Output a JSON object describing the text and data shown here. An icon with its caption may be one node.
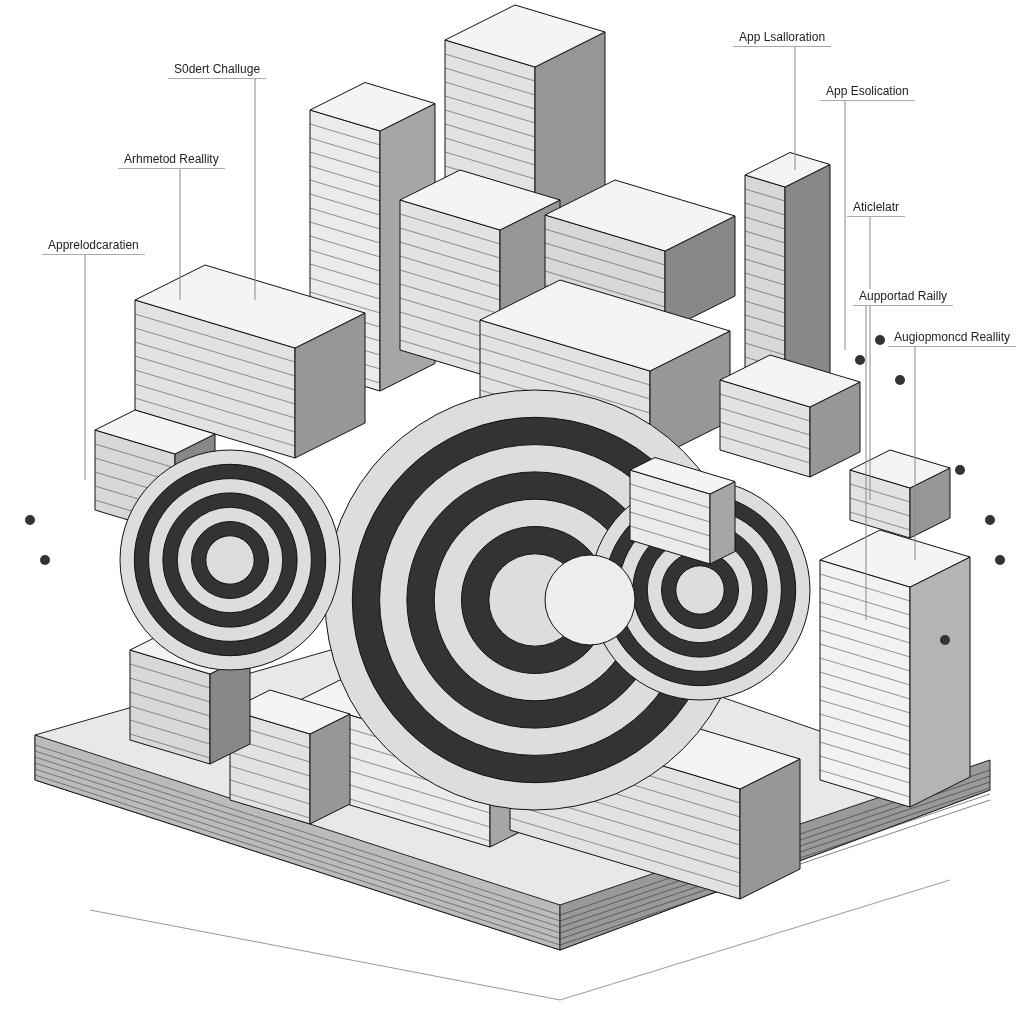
{
  "diagram": {
    "nodes": [
      {
        "text": [
          "S0dert Challuge"
        ]
      },
      {
        "text": [
          "Arhmetod Reallity"
        ]
      },
      {
        "text": [
          "Apprelodcaratien"
        ]
      },
      {
        "text": [
          "App Lsalloration"
        ]
      },
      {
        "text": [
          "App Esolication"
        ]
      },
      {
        "text": [
          "Aticlelatr"
        ]
      },
      {
        "text": [
          "Aupportad Railly"
        ]
      },
      {
        "text": [
          "Augiopmoncd Reallity"
        ]
      }
    ],
    "edges": [
      {
        "from": 0,
        "to": null,
        "arrow": "none"
      },
      {
        "from": 1,
        "to": null,
        "arrow": "none"
      },
      {
        "from": 2,
        "to": null,
        "arrow": "none"
      },
      {
        "from": 3,
        "to": null,
        "arrow": "none"
      },
      {
        "from": 4,
        "to": null,
        "arrow": "none"
      },
      {
        "from": 5,
        "to": null,
        "arrow": "none"
      },
      {
        "from": 6,
        "to": null,
        "arrow": "none"
      },
      {
        "from": 7,
        "to": null,
        "arrow": "none"
      }
    ]
  }
}
